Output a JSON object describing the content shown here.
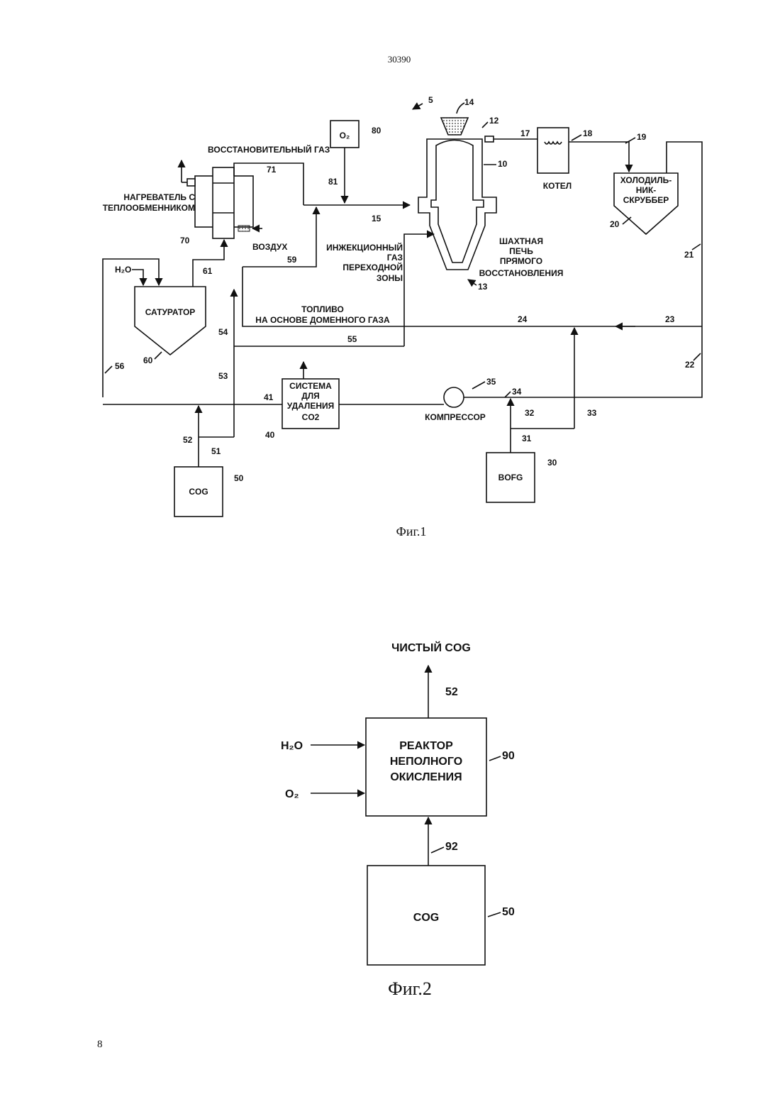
{
  "page": {
    "header_number": "30390",
    "page_number": "8"
  },
  "fig1": {
    "caption": "Фиг.1",
    "labels": {
      "reducing_gas": "ВОССТАНОВИТЕЛЬНЫЙ ГАЗ",
      "heater_line1": "НАГРЕВАТЕЛЬ С",
      "heater_line2": "ТЕПЛООБМЕННИКОМ",
      "air": "ВОЗДУХ",
      "o2": "O₂",
      "h2o": "H₂O",
      "saturator": "САТУРАТОР",
      "injection_line1": "ИНЖЕКЦИОННЫЙ",
      "injection_line2": "ГАЗ",
      "injection_line3": "ПЕРЕХОДНОЙ",
      "injection_line4": "ЗОНЫ",
      "furnace_line1": "ШАХТНАЯ",
      "furnace_line2": "ПЕЧЬ",
      "furnace_line3": "ПРЯМОГО",
      "furnace_line4": "ВОССТАНОВЛЕНИЯ",
      "boiler": "КОТЕЛ",
      "cooler_line1": "ХОЛОДИЛЬ-",
      "cooler_line2": "НИК-",
      "cooler_line3": "СКРУББЕР",
      "fuel_line1": "ТОПЛИВО",
      "fuel_line2": "НА ОСНОВЕ ДОМЕННОГО ГАЗА",
      "co2_line1": "СИСТЕМА",
      "co2_line2": "ДЛЯ",
      "co2_line3": "УДАЛЕНИЯ",
      "co2_line4": "CO2",
      "compressor": "КОМПРЕССОР",
      "cog": "COG",
      "bofg": "BOFG"
    },
    "refs": {
      "r5": "5",
      "r14": "14",
      "r12": "12",
      "r17": "17",
      "r18": "18",
      "r19": "19",
      "r10": "10",
      "r80": "80",
      "r71": "71",
      "r81": "81",
      "r15": "15",
      "r70": "70",
      "r61": "61",
      "r59": "59",
      "r13": "13",
      "r20": "20",
      "r21": "21",
      "r60": "60",
      "r54": "54",
      "r24": "24",
      "r23": "23",
      "r55": "55",
      "r56": "56",
      "r53": "53",
      "r41": "41",
      "r35": "35",
      "r34": "34",
      "r22": "22",
      "r32": "32",
      "r33": "33",
      "r52": "52",
      "r40": "40",
      "r51": "51",
      "r31": "31",
      "r30": "30",
      "r50": "50"
    }
  },
  "fig2": {
    "caption": "Фиг.2",
    "labels": {
      "clean_cog": "ЧИСТЫЙ COG",
      "reactor_line1": "РЕАКТОР",
      "reactor_line2": "НЕПОЛНОГО",
      "reactor_line3": "ОКИСЛЕНИЯ",
      "h2o": "H₂O",
      "o2": "O₂",
      "cog": "COG"
    },
    "refs": {
      "r52": "52",
      "r90": "90",
      "r92": "92",
      "r50": "50"
    }
  }
}
